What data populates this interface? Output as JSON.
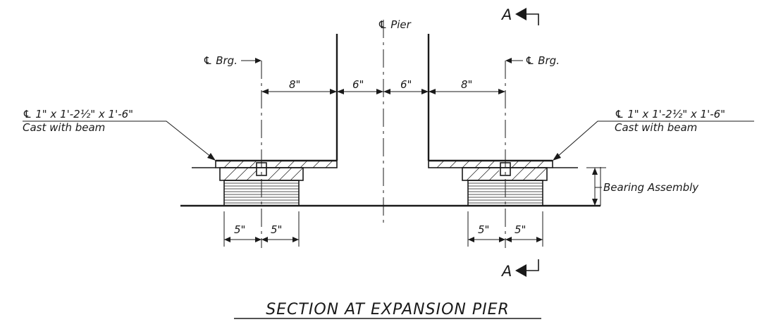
{
  "labels": {
    "cl_pier": "℄ Pier",
    "cl_brg": "℄ Brg.",
    "plate_note_1": "℄ 1\" x 1'-2½\" x 1'-6\"",
    "plate_note_2": "Cast with beam",
    "bearing_assembly": "Bearing Assembly",
    "section_mark": "A",
    "title": "SECTION AT EXPANSION PIER"
  },
  "dimensions": {
    "brg_to_beam_end": "8\"",
    "beam_end_to_pier_cl": "6\"",
    "half_bearing": "5\""
  }
}
